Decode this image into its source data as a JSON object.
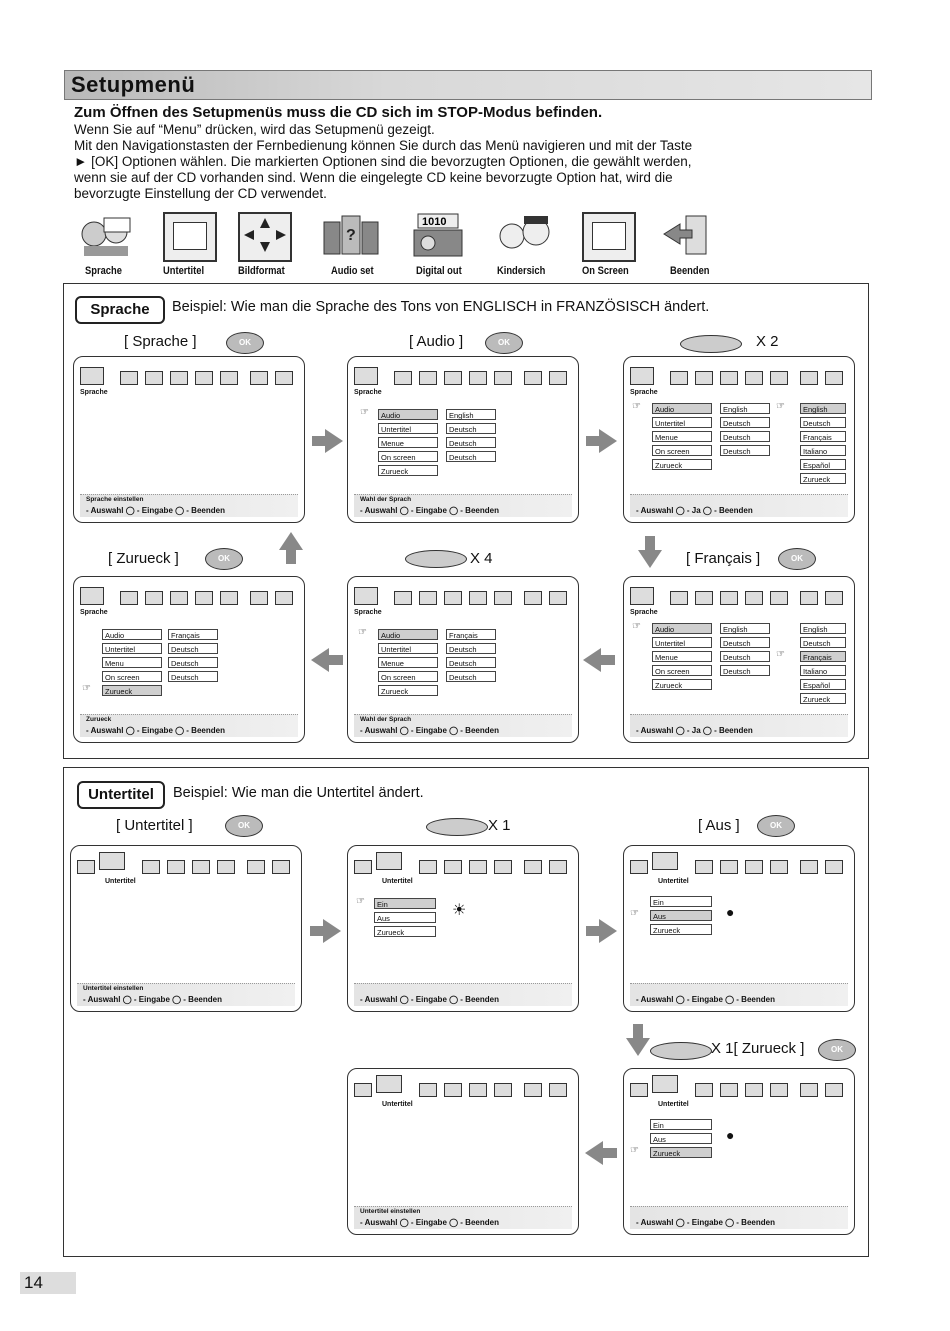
{
  "header": {
    "title": "Setupmenü"
  },
  "intro": {
    "bold": "Zum Öffnen des Setupmenüs muss die CD sich im STOP-Modus befinden.",
    "lines": [
      "Wenn Sie auf “Menu” drücken, wird das Setupmenü gezeigt.",
      "Mit den Navigationstasten der Fernbedienung können Sie durch das Menü navigieren und mit der Taste",
      "► [OK] Optionen wählen. Die markierten Optionen sind die bevorzugten Optionen, die gewählt werden,",
      "wenn sie auf der CD vorhanden sind. Wenn die eingelegte CD keine bevorzugte Option hat, wird die",
      "bevorzugte Einstellung der CD verwendet."
    ]
  },
  "toolbar": [
    "Sprache",
    "Untertitel",
    "Bildformat",
    "Audio set",
    "Digital out",
    "Kindersich",
    "On Screen",
    "Beenden"
  ],
  "sprache": {
    "chip": "Sprache",
    "example": "Beispiel: Wie man die Sprache des Tons von ENGLISCH in FRANZÖSISCH ändert.",
    "steps": [
      "[ Sprache ]",
      "[ Audio ]",
      "X 2",
      "[ Zurueck ]",
      "X 4",
      "[ Français ]"
    ]
  },
  "untertitel": {
    "chip": "Untertitel",
    "example": "Beispiel: Wie man die Untertitel ändert.",
    "steps": [
      "[ Untertitel ]",
      "X 1",
      "[ Aus ]",
      "X 1[ Zurueck ]"
    ]
  },
  "screen_text": {
    "sprache": "Sprache",
    "untertitel": "Untertitel",
    "audio": "Audio",
    "menue": "Menue",
    "menu": "Menu",
    "on_screen": "On screen",
    "zurueck": "Zurueck",
    "english": "English",
    "deutsch": "Deutsch",
    "francais": "Français",
    "italiano": "Italiano",
    "espanol": "Español",
    "ein": "Ein",
    "aus": "Aus",
    "sprache_einstellen": "Sprache einstellen",
    "wahl_der_sprach": "Wahl der Sprach",
    "zurueck_hint": "Zurueck",
    "untertitel_einstellen": "Untertitel einstellen",
    "ctl_auswahl_eingabe_beenden": "- Auswahl ◯ - Eingabe ◯ - Beenden",
    "ctl_auswahl_ja_beenden": "- Auswahl ◯ - Ja ◯ - Beenden",
    "ok": "OK"
  },
  "page_number": "14"
}
